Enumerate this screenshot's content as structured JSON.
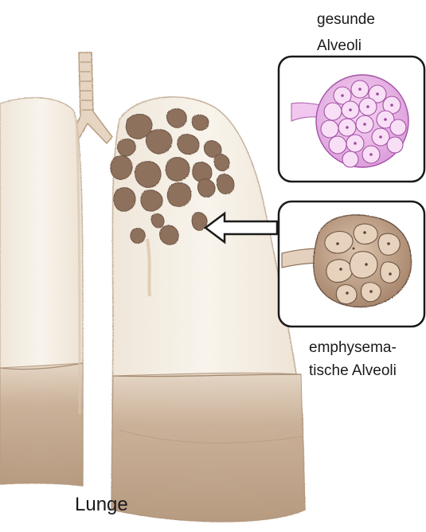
{
  "labels": {
    "healthy_alveoli": "gesunde\nAlveoli",
    "emphysematous_alveoli": "emphysema-\ntische Alveoli",
    "lung": "Lunge"
  },
  "colors": {
    "lung_fill": "#f6f1e8",
    "lung_outline": "#c9b7a2",
    "lung_base": "#b89d84",
    "trachea": "#c6ab91",
    "emphysema_spots": "#8a6e58",
    "healthy_alveoli": "#d99ad9",
    "emphysematous_alveoli": "#a98b76",
    "box_border": "#1a1a1a"
  }
}
